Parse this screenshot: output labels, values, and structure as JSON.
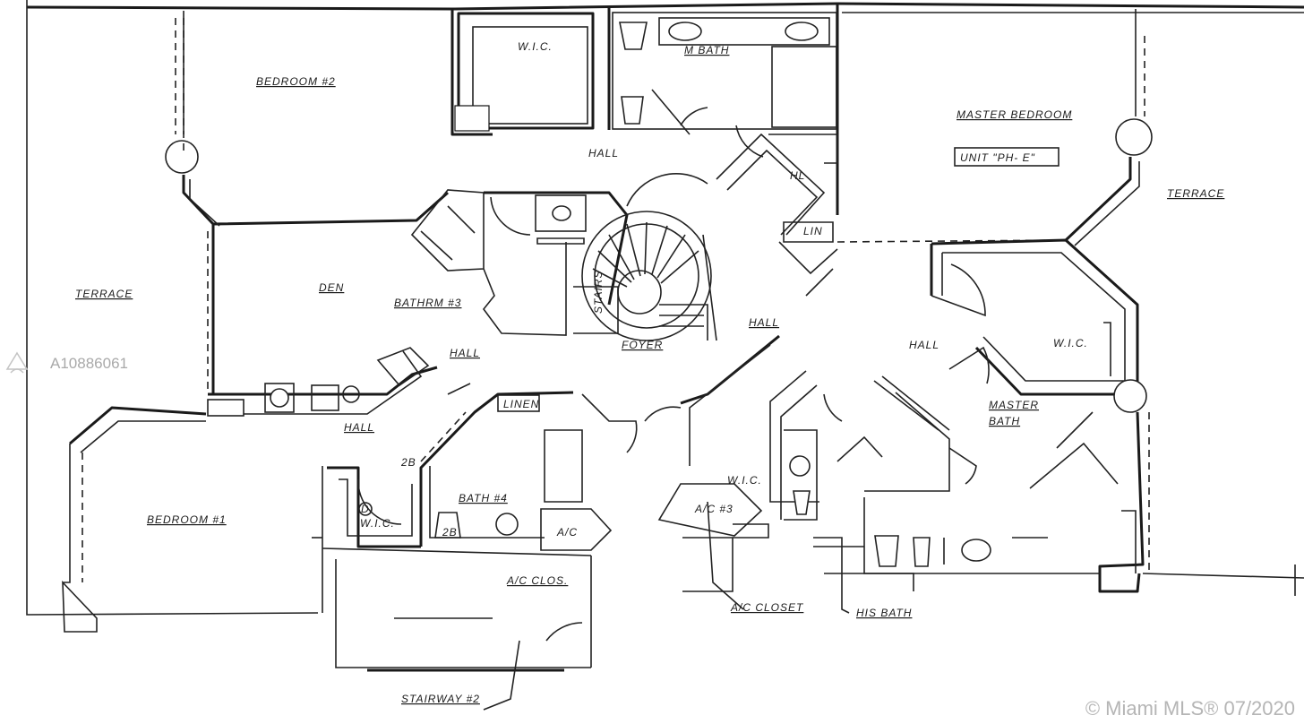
{
  "plan": {
    "unit_label": "UNIT \"PH- E\"",
    "rooms": {
      "bedroom2": "BEDROOM #2",
      "wic_top": "W.I.C.",
      "m_bath": "M BATH",
      "master_bedroom": "MASTER BEDROOM",
      "terrace_right": "TERRACE",
      "hall_top": "HALL",
      "hl": "HL",
      "lin": "LIN",
      "terrace_left": "TERRACE",
      "den": "DEN",
      "bathrm3": "BATHRM #3",
      "foyer": "FOYER",
      "stairs": "STAIRS",
      "hall_mid": "HALL",
      "hall_center": "HALL",
      "hall_right": "HALL",
      "wic_right": "W.I.C.",
      "master_bath_1": "MASTER",
      "master_bath_2": "BATH",
      "hall_kitchen": "HALL",
      "linen": "LINEN",
      "bath4": "BATH #4",
      "wic_left": "W.I.C.",
      "ac_small": "A/C",
      "ac3": "A/C #3",
      "wic_center": "W.I.C.",
      "bedroom1": "BEDROOM #1",
      "ac_clos": "A/C CLOS.",
      "ac_closet": "A/C CLOSET",
      "his_bath": "HIS BATH",
      "stairway2": "STAIRWAY #2",
      "tag_2b_a": "2B",
      "tag_2b_b": "2B",
      "tag_d": "D"
    }
  },
  "watermark": {
    "listing_id": "A10886061",
    "copyright": "© Miami MLS® 07/2020"
  },
  "colors": {
    "ink": "#1a1a1a",
    "paper": "#ffffff",
    "watermark": "#b5b5b5"
  }
}
